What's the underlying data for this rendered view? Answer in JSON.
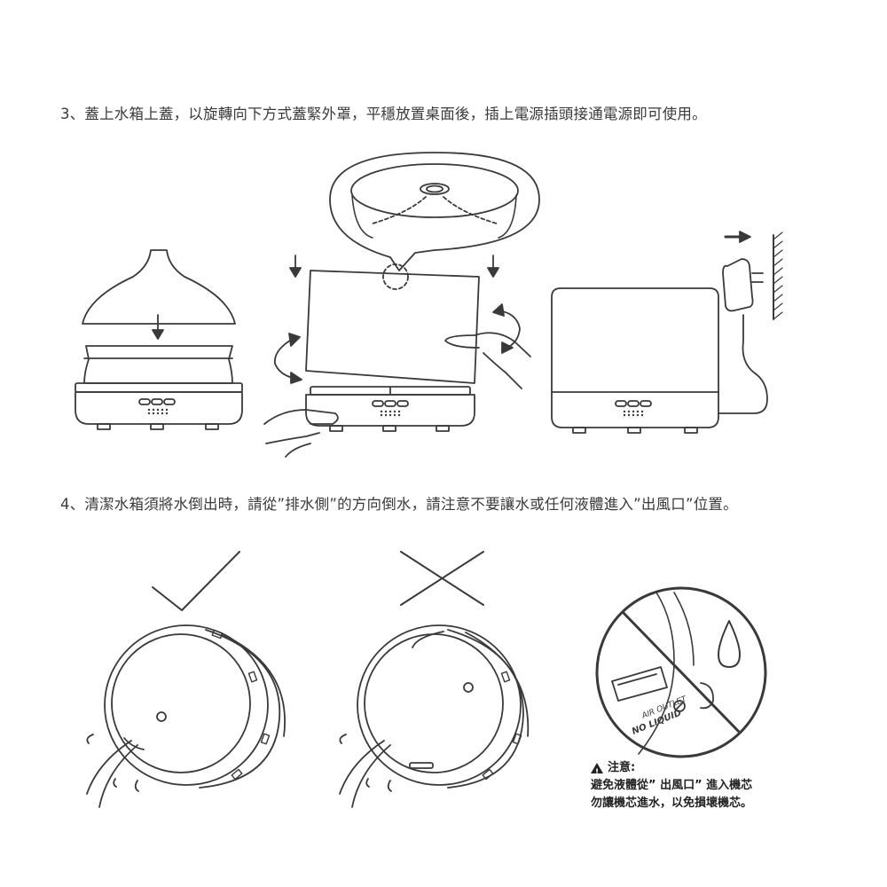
{
  "step3": {
    "text": "3、蓋上水箱上蓋，以旋轉向下方式蓋緊外罩，平穩放置桌面後，插上電源插頭接通電源即可使用。"
  },
  "step4": {
    "text": "4、清潔水箱須將水倒出時，請從”排水側”的方向倒水，請注意不要讓水或任何液體進入”出風口”位置。"
  },
  "outlet": {
    "label1": "AIR OUTLET",
    "label2": "NO LIQUID"
  },
  "note": {
    "title": "注意:",
    "line1": "避免液體從” 出風口” 進入機芯",
    "line2": "勿讓機芯進水，以免損壞機芯。"
  },
  "icons": [
    "arrow-down-icon",
    "rotate-arrow-icon",
    "arrow-right-icon",
    "check-icon",
    "cross-icon",
    "prohibited-icon",
    "water-drop-icon",
    "warning-icon"
  ]
}
